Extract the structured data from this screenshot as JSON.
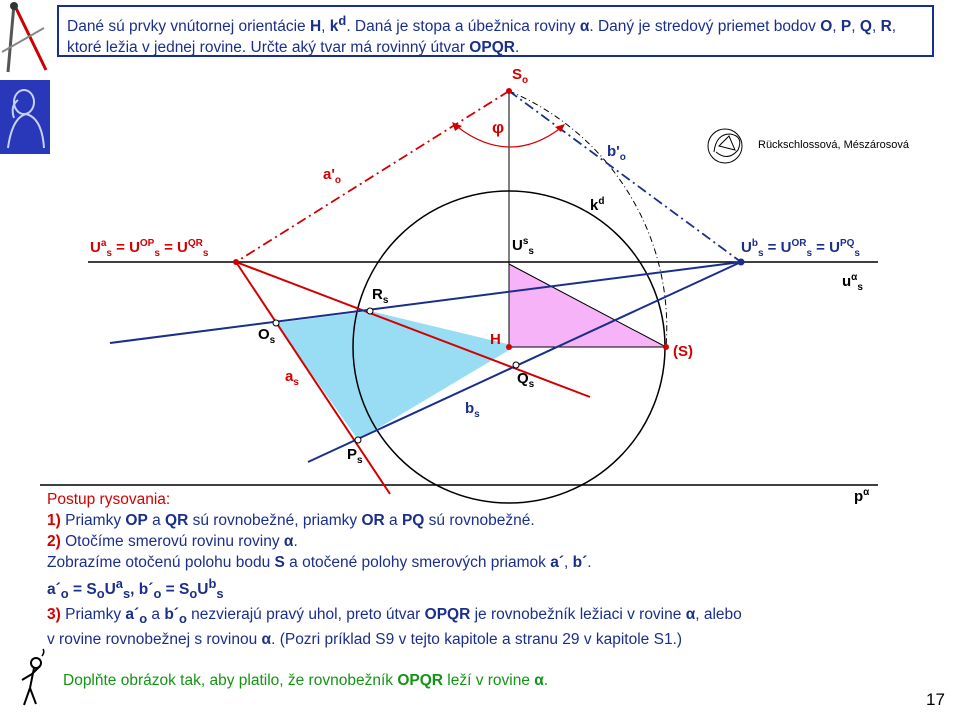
{
  "task": {
    "p1": "Dané sú prvky vnútornej orientácie ",
    "H": "H",
    "comma": ", ",
    "k": "k",
    "k_sup": "d",
    "p2": ". Daná je stopa a úbežnica roviny ",
    "alpha": "α",
    "p3": ". Daný je stredový priemet bodov ",
    "O": "O",
    "P": "P",
    "Q": "Q",
    "R": "R",
    "p4": ", ktoré ležia v jednej rovine. Určte aký tvar má rovinný útvar ",
    "OPQR": "OPQR",
    "p5": "."
  },
  "credits": "Rückschlossová, Mészárosová",
  "labels": {
    "So": "S",
    "So_sub": "o",
    "phi": "φ",
    "bo": "b'",
    "bo_sub": "o",
    "ao": "a'",
    "ao_sub": "o",
    "kd": "k",
    "kd_sup": "d",
    "left": "U",
    "left_sup1": "a",
    "left_sub1": "s",
    "eq1": " = U",
    "left_sup2": "OP",
    "left_sub2": "s",
    "eq2": " = U",
    "left_sup3": "QR",
    "left_sub3": "s",
    "Uss": "U",
    "Uss_sup": "s",
    "Uss_sub": "s",
    "right": "U",
    "right_sup1": "b",
    "right_sub1": "s",
    "req1": " = U",
    "right_sup2": "OR",
    "right_sub2": "s",
    "req2": " = U",
    "right_sup3": "PQ",
    "right_sub3": "s",
    "ua": "u",
    "ua_sup": "α",
    "ua_sub": "s",
    "Rs": "R",
    "Rs_sub": "s",
    "Os": "O",
    "Os_sub": "s",
    "H": "H",
    "S": "(S)",
    "Qs": "Q",
    "Qs_sub": "s",
    "as": "a",
    "as_sub": "s",
    "bs": "b",
    "bs_sub": "s",
    "Ps": "P",
    "Ps_sub": "s",
    "pa": "p",
    "pa_sup": "α"
  },
  "procedure": {
    "title": "Postup rysovania:",
    "s1_num": "1)",
    "s1_a": " Priamky ",
    "s1_op": "OP",
    "s1_b": " a ",
    "s1_qr": "QR",
    "s1_c": " sú rovnobežné, priamky ",
    "s1_or": "OR",
    "s1_d": " a ",
    "s1_pq": "PQ",
    "s1_e": " sú rovnobežné.",
    "s2_num": "2)",
    "s2_a": " Otočíme smerovú rovinu roviny ",
    "s2_alpha": "α",
    "s2_b": ".",
    "s3_a": "Zobrazíme otočenú polohu bodu ",
    "s3_S": "S",
    "s3_b": " a otočené polohy smerových priamok ",
    "s3_a1": " a´",
    "s3_c": ", ",
    "s3_b1": "b´",
    "s3_d": ".",
    "s4_a": "a´",
    "s4_o1": "o",
    "s4_eq1": " = S",
    "s4_o2": "o",
    "s4_U1": "U",
    "s4_sup1": "a",
    "s4_s1": "s",
    "s4_sep": ", ",
    "s4_b": "b´",
    "s4_o3": "o",
    "s4_eq2": " = S",
    "s4_o4": "o",
    "s4_U2": "U",
    "s4_sup2": "b",
    "s4_s2": "s",
    "s5_num": "3)",
    "s5_a": " Priamky ",
    "s5_ao": "a´",
    "s5_ao_sub": "o",
    "s5_b": " a  ",
    "s5_bo": "b´",
    "s5_bo_sub": "o",
    "s5_c": " nezvierajú pravý uhol, preto útvar ",
    "s5_opqr": "OPQR",
    "s5_d": " je rovnobežník ležiaci v rovine ",
    "s5_alpha": "α",
    "s5_e": ", alebo",
    "s6_a": "v rovine rovnobežnej s rovinou ",
    "s6_alpha": "α",
    "s6_b": ". (Pozri príklad S9 v tejto kapitole a stranu 29 v kapitole S1.)"
  },
  "hint": {
    "a": "Doplňte obrázok tak, aby platilo, že rovnobežník ",
    "opqr": "OPQR",
    "b": " leží v rovine ",
    "alpha": "α",
    "c": "."
  },
  "page_number": "17",
  "colors": {
    "red": "#d40000",
    "blue": "#1a2f8c",
    "parallelogram_fill": "#99ddf5",
    "triangle_fill": "#f7b3f7",
    "hint_green": "#149414"
  }
}
